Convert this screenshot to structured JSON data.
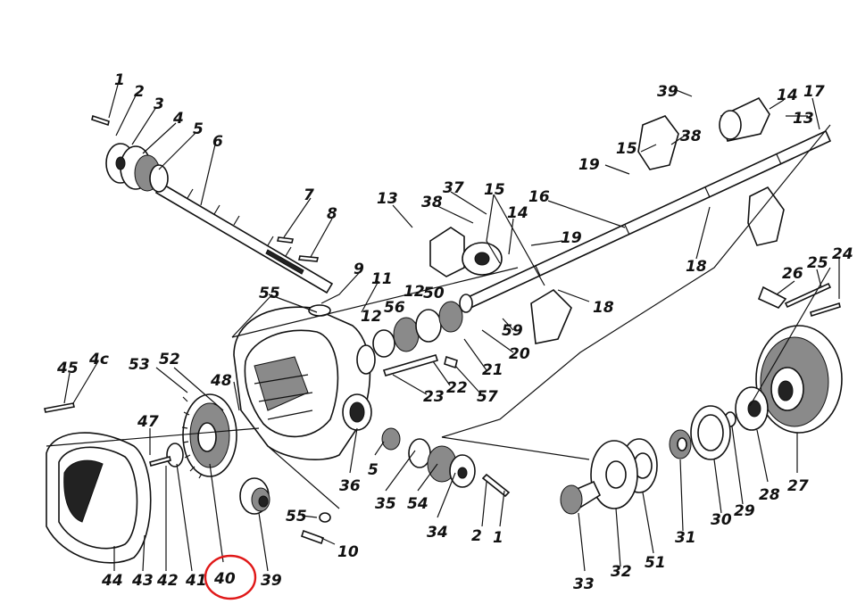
{
  "diagram": {
    "highlight_label": "40",
    "colors": {
      "ink": "#111111",
      "highlight": "#e01818",
      "background": "#ffffff"
    },
    "labels": [
      {
        "id": "l1a",
        "text": "1"
      },
      {
        "id": "l2a",
        "text": "2"
      },
      {
        "id": "l3",
        "text": "3"
      },
      {
        "id": "l4",
        "text": "4"
      },
      {
        "id": "l5a",
        "text": "5"
      },
      {
        "id": "l6",
        "text": "6"
      },
      {
        "id": "l7",
        "text": "7"
      },
      {
        "id": "l8",
        "text": "8"
      },
      {
        "id": "l9",
        "text": "9"
      },
      {
        "id": "l55a",
        "text": "55"
      },
      {
        "id": "l11",
        "text": "11"
      },
      {
        "id": "l12a",
        "text": "12"
      },
      {
        "id": "l56",
        "text": "56"
      },
      {
        "id": "l12b",
        "text": "12"
      },
      {
        "id": "l50",
        "text": "50"
      },
      {
        "id": "l13a",
        "text": "13"
      },
      {
        "id": "l38a",
        "text": "38"
      },
      {
        "id": "l37",
        "text": "37"
      },
      {
        "id": "l15a",
        "text": "15"
      },
      {
        "id": "l14a",
        "text": "14"
      },
      {
        "id": "l16",
        "text": "16"
      },
      {
        "id": "l19a",
        "text": "19"
      },
      {
        "id": "l18a",
        "text": "18"
      },
      {
        "id": "l18b",
        "text": "18"
      },
      {
        "id": "l39a",
        "text": "39"
      },
      {
        "id": "l14b",
        "text": "14"
      },
      {
        "id": "l13b",
        "text": "13"
      },
      {
        "id": "l17",
        "text": "17"
      },
      {
        "id": "l38b",
        "text": "38"
      },
      {
        "id": "l15b",
        "text": "15"
      },
      {
        "id": "l19b",
        "text": "19"
      },
      {
        "id": "l26",
        "text": "26"
      },
      {
        "id": "l25",
        "text": "25"
      },
      {
        "id": "l24",
        "text": "24"
      },
      {
        "id": "l59",
        "text": "59"
      },
      {
        "id": "l20",
        "text": "20"
      },
      {
        "id": "l21",
        "text": "21"
      },
      {
        "id": "l22",
        "text": "22"
      },
      {
        "id": "l23",
        "text": "23"
      },
      {
        "id": "l57",
        "text": "57"
      },
      {
        "id": "l45",
        "text": "45"
      },
      {
        "id": "l4c",
        "text": "4c"
      },
      {
        "id": "l53",
        "text": "53"
      },
      {
        "id": "l52",
        "text": "52"
      },
      {
        "id": "l48",
        "text": "48"
      },
      {
        "id": "l47",
        "text": "47"
      },
      {
        "id": "l36",
        "text": "36"
      },
      {
        "id": "l5b",
        "text": "5"
      },
      {
        "id": "l35",
        "text": "35"
      },
      {
        "id": "l54",
        "text": "54"
      },
      {
        "id": "l34",
        "text": "34"
      },
      {
        "id": "l2b",
        "text": "2"
      },
      {
        "id": "l1b",
        "text": "1"
      },
      {
        "id": "l55b",
        "text": "55"
      },
      {
        "id": "l10",
        "text": "10"
      },
      {
        "id": "l44",
        "text": "44"
      },
      {
        "id": "l43",
        "text": "43"
      },
      {
        "id": "l42",
        "text": "42"
      },
      {
        "id": "l41",
        "text": "41"
      },
      {
        "id": "l40",
        "text": "40"
      },
      {
        "id": "l39b",
        "text": "39"
      },
      {
        "id": "l33",
        "text": "33"
      },
      {
        "id": "l32",
        "text": "32"
      },
      {
        "id": "l51",
        "text": "51"
      },
      {
        "id": "l31",
        "text": "31"
      },
      {
        "id": "l30",
        "text": "30"
      },
      {
        "id": "l29",
        "text": "29"
      },
      {
        "id": "l28",
        "text": "28"
      },
      {
        "id": "l27",
        "text": "27"
      }
    ]
  }
}
